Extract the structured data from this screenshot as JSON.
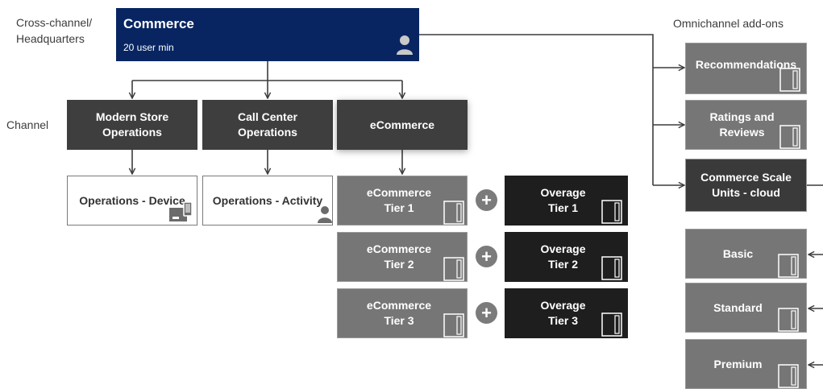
{
  "labels": {
    "cross_channel": "Cross-channel/\nHeadquarters",
    "channel": "Channel",
    "omnichannel": "Omnichannel add-ons"
  },
  "commerce": {
    "title": "Commerce",
    "subtitle": "20 user min",
    "icon": "user-icon"
  },
  "channel_boxes": [
    {
      "label": "Modern Store\nOperations"
    },
    {
      "label": "Call Center\nOperations"
    },
    {
      "label": "eCommerce"
    }
  ],
  "device_boxes": [
    {
      "label": "Operations - Device",
      "icon": "device-icon"
    },
    {
      "label": "Operations - Activity",
      "icon": "user-icon"
    }
  ],
  "ecommerce_tiers": [
    {
      "label": "eCommerce\nTier 1"
    },
    {
      "label": "eCommerce\nTier 2"
    },
    {
      "label": "eCommerce\nTier 3"
    }
  ],
  "overage_tiers": [
    {
      "label": "Overage\nTier 1"
    },
    {
      "label": "Overage\nTier 2"
    },
    {
      "label": "Overage\nTier 3"
    }
  ],
  "plus_symbol": "+",
  "addons": [
    {
      "label": "Recommendations"
    },
    {
      "label": "Ratings and\nReviews"
    },
    {
      "label": "Commerce Scale\nUnits - cloud"
    }
  ],
  "scale_tiers": [
    {
      "label": "Basic"
    },
    {
      "label": "Standard"
    },
    {
      "label": "Premium"
    }
  ],
  "colors": {
    "headquarters": "#082562",
    "channel": "#3e3e3e",
    "tier": "#767676",
    "overage": "#1e1e1e",
    "connector": "#3c3c3c"
  }
}
